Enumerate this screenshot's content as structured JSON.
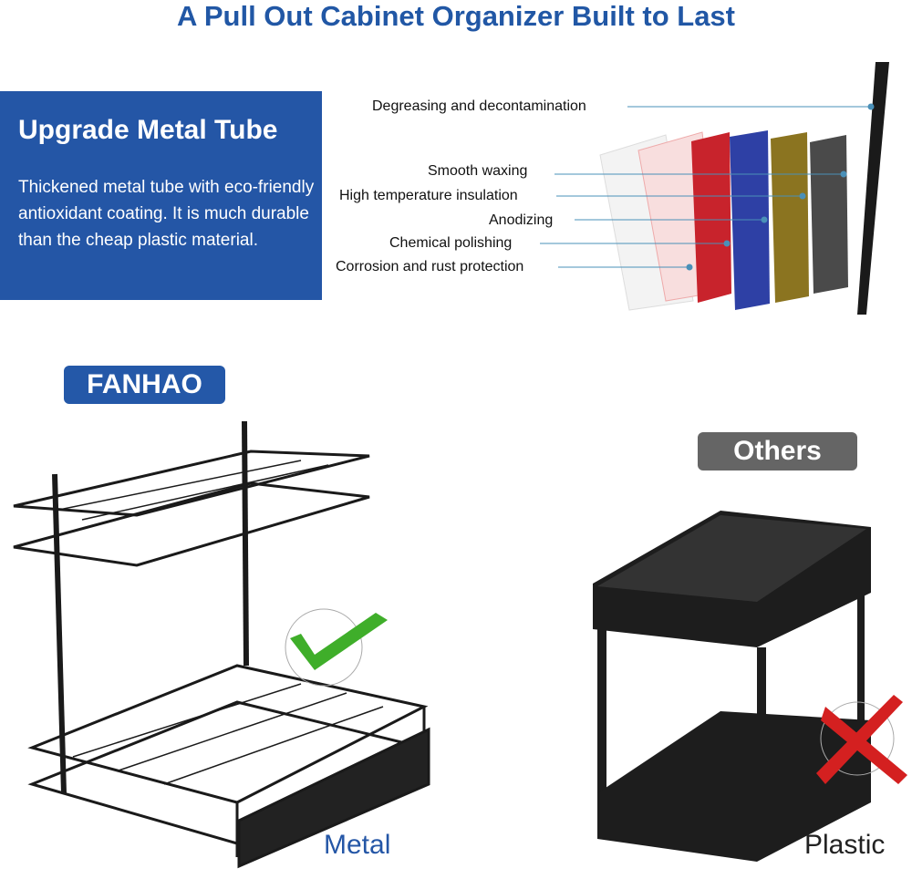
{
  "title": "A Pull Out Cabinet Organizer Built to Last",
  "feature_box": {
    "title": "Upgrade Metal Tube",
    "text": "Thickened metal tube with eco-friendly antioxidant coating. It is much durable than the cheap plastic material."
  },
  "layers": [
    "Degreasing and decontamination",
    "Smooth waxing",
    "High temperature insulation",
    "Anodizing",
    "Chemical polishing",
    "Corrosion and rust protection"
  ],
  "comparison": {
    "left_badge": "FANHAO",
    "left_caption": "Metal",
    "right_badge": "Others",
    "right_caption": "Plastic"
  },
  "colors": {
    "brand_blue": "#2456a6",
    "gray_badge": "#656565",
    "check_green": "#3fae2a",
    "cross_red": "#d42020"
  }
}
